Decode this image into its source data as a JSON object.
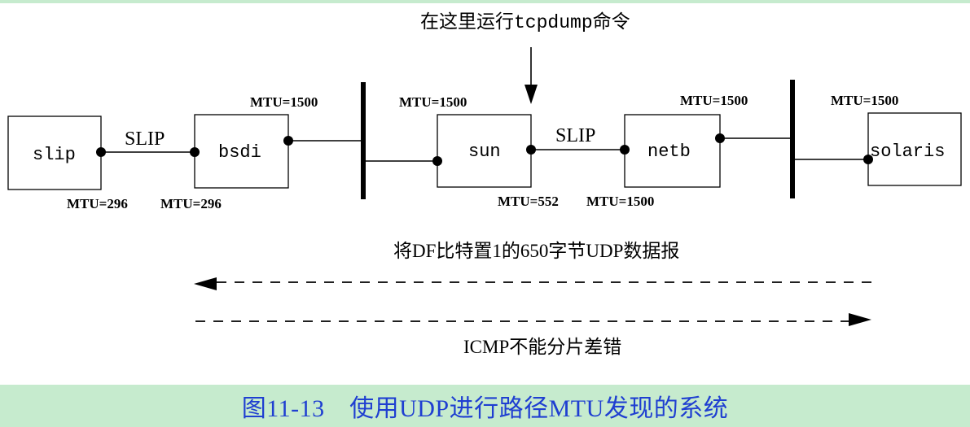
{
  "annotation": {
    "prefix": "在这里运行",
    "command": "tcpdump",
    "suffix": "命令"
  },
  "hosts": {
    "slip": "slip",
    "bsdi": "bsdi",
    "sun": "sun",
    "netb": "netb",
    "solaris": "solaris"
  },
  "links": {
    "slip_bsdi": "SLIP",
    "sun_netb": "SLIP"
  },
  "mtu": {
    "bsdi_ether": "MTU=1500",
    "sun_ether": "MTU=1500",
    "netb_ether": "MTU=1500",
    "solaris": "MTU=1500",
    "slip": "MTU=296",
    "bsdi_slip": "MTU=296",
    "sun_slip": "MTU=552",
    "netb_slip": "MTU=1500"
  },
  "flows": {
    "datagram": "将DF比特置1的650字节UDP数据报",
    "icmp": "ICMP不能分片差错"
  },
  "caption": "图11-13　使用UDP进行路径MTU发现的系统"
}
